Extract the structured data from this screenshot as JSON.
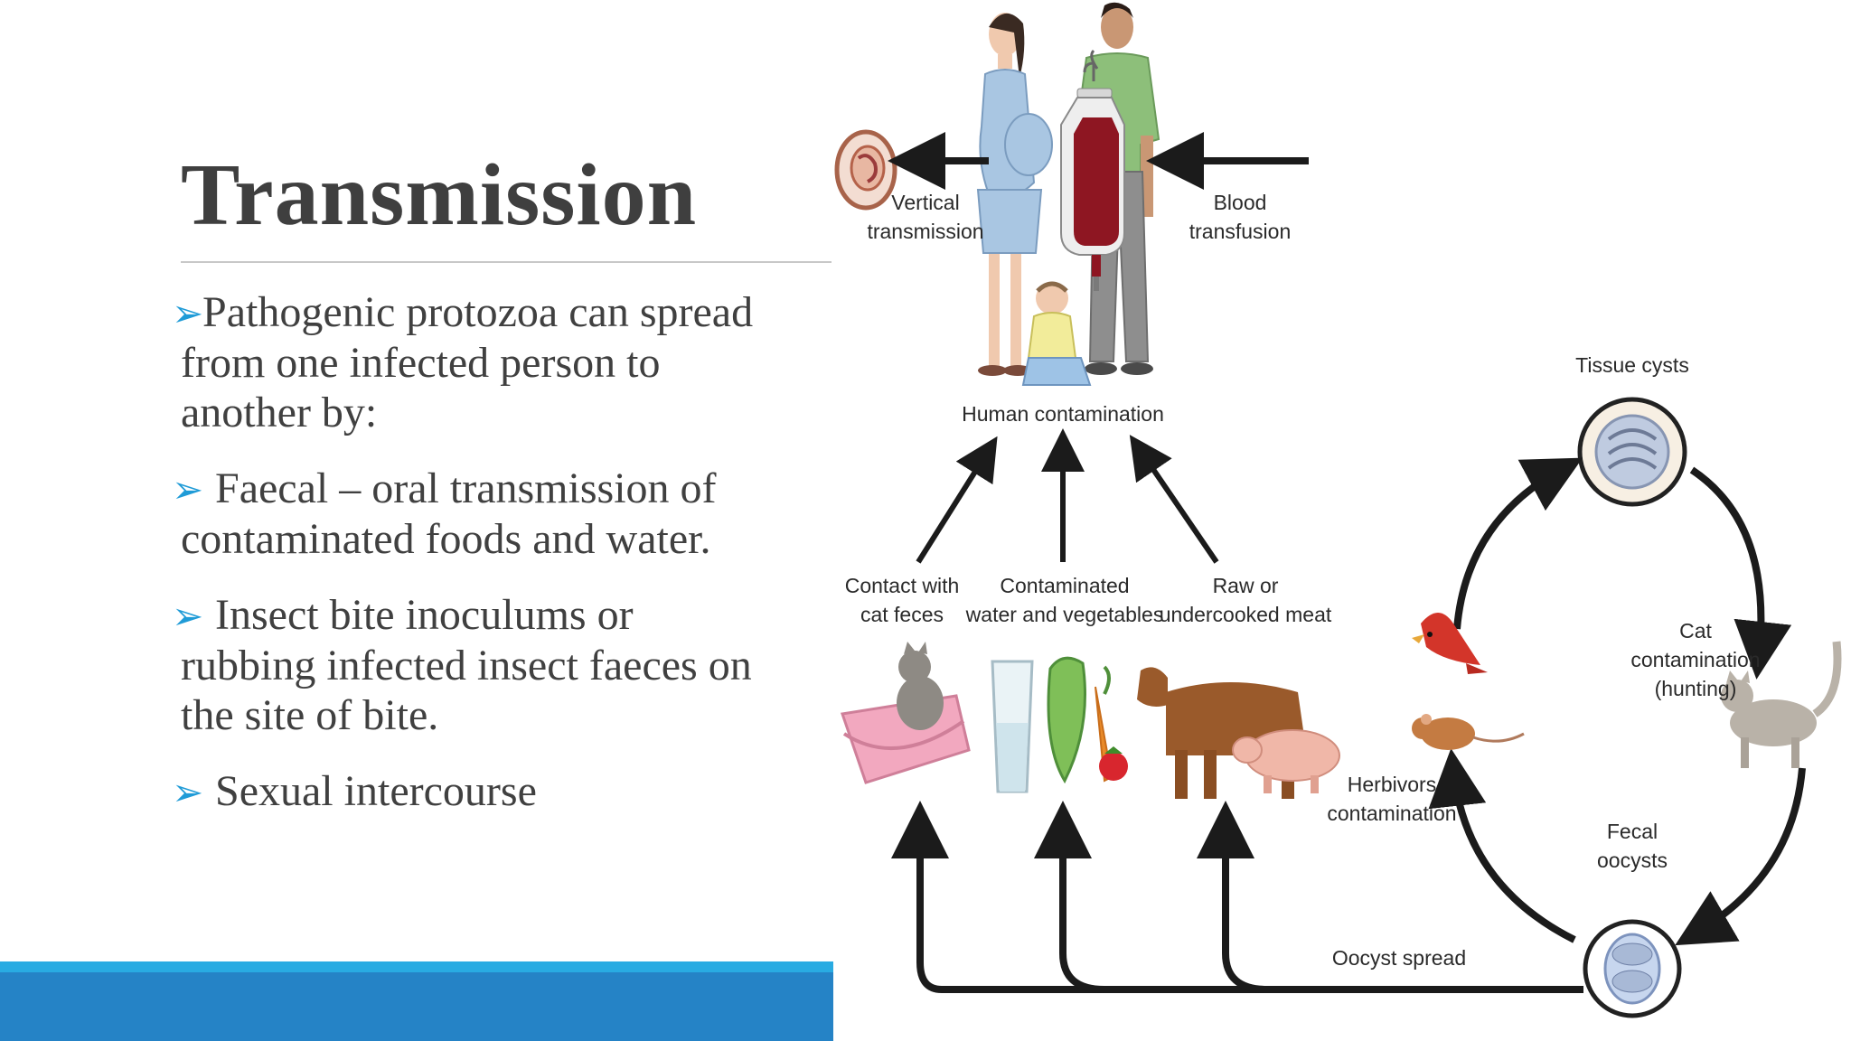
{
  "slide": {
    "title": "Transmission",
    "bullets": [
      {
        "arrow": "➢",
        "lines": [
          "Pathogenic protozoa can spread",
          "from one infected person to",
          "another by:"
        ]
      },
      {
        "arrow": "➢",
        "lines": [
          "Faecal – oral transmission of",
          "contaminated foods and water."
        ]
      },
      {
        "arrow": "➢",
        "lines": [
          "Insect bite inoculums or",
          "rubbing infected insect faeces on",
          "the site of bite."
        ]
      },
      {
        "arrow": "➢",
        "lines": [
          "Sexual intercourse"
        ]
      }
    ]
  },
  "diagram": {
    "labels": {
      "vertical_1": "Vertical",
      "vertical_2": "transmission",
      "blood_1": "Blood",
      "blood_2": "transfusion",
      "human": "Human contamination",
      "tissue": "Tissue cysts",
      "cat_1": "Cat",
      "cat_2": "contamination",
      "cat_3": "(hunting)",
      "contact_1": "Contact with",
      "contact_2": "cat feces",
      "water_1": "Contaminated",
      "water_2": "water and vegetables",
      "meat_1": "Raw or",
      "meat_2": "undercooked meat",
      "herb_1": "Herbivors",
      "herb_2": "contamination",
      "fecal_1": "Fecal",
      "fecal_2": "oocysts",
      "oocyst": "Oocyst spread"
    }
  },
  "colors": {
    "title": "#3f3f3f",
    "bullet_arrow": "#1f9bd7",
    "band_light": "#29abe2",
    "band_dark": "#2583c6"
  }
}
